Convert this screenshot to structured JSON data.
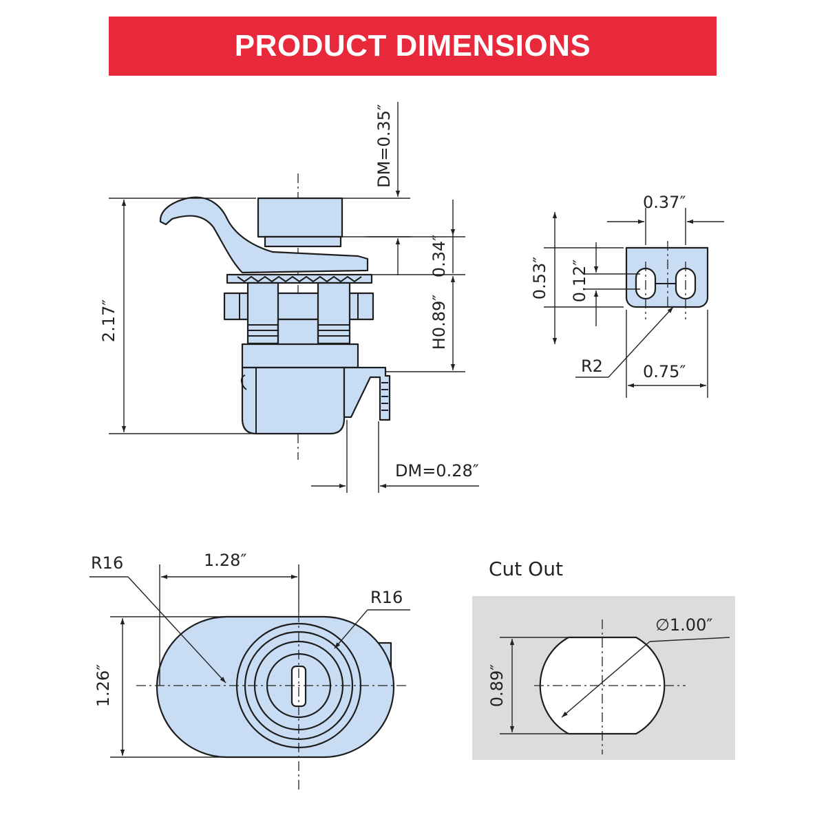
{
  "header": {
    "title": "PRODUCT DIMENSIONS"
  },
  "front_view": {
    "total_height": "2.17″",
    "top_dim": "DM=0.35″",
    "mid_dim": "0.34″",
    "body_dim": "H0.89″",
    "cam_dim": "DM=0.28″"
  },
  "cam_view": {
    "top_width": "0.37″",
    "height": "0.53″",
    "slot_width": "0.12″",
    "radius": "R2",
    "bottom_width": "0.75″"
  },
  "top_view": {
    "radius_left": "R16",
    "width": "1.28″",
    "radius_right": "R16",
    "height": "1.26″"
  },
  "cutout": {
    "title": "Cut Out",
    "diameter": "∅1.00″",
    "flat_height": "0.89″"
  },
  "colors": {
    "banner": "#e8293b",
    "part_fill": "#c8dcf4",
    "cutout_bg": "#dcdcdc"
  }
}
